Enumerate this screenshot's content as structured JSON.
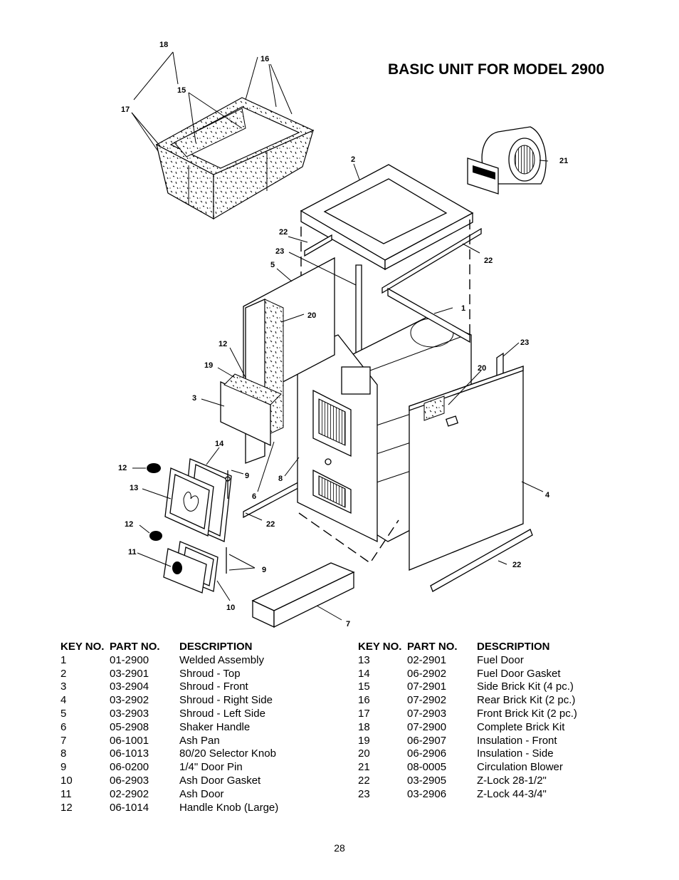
{
  "title": "BASIC UNIT FOR MODEL 2900",
  "headers": {
    "key": "KEY NO.",
    "part": "PART NO.",
    "desc": "DESCRIPTION"
  },
  "callouts": {
    "n1": "1",
    "n2": "2",
    "n3": "3",
    "n4": "4",
    "n5": "5",
    "n6": "6",
    "n7": "7",
    "n8": "8",
    "n9": "9",
    "n10": "10",
    "n11": "11",
    "n12": "12",
    "n13": "13",
    "n14": "14",
    "n15": "15",
    "n16": "16",
    "n17": "17",
    "n18": "18",
    "n19": "19",
    "n20": "20",
    "n21": "21",
    "n22": "22",
    "n23": "23"
  },
  "parts_left": [
    {
      "key": "1",
      "part": "01-2900",
      "desc": "Welded Assembly"
    },
    {
      "key": "2",
      "part": "03-2901",
      "desc": "Shroud - Top"
    },
    {
      "key": "3",
      "part": "03-2904",
      "desc": "Shroud - Front"
    },
    {
      "key": "4",
      "part": "03-2902",
      "desc": "Shroud - Right Side"
    },
    {
      "key": "5",
      "part": "03-2903",
      "desc": "Shroud - Left Side"
    },
    {
      "key": "6",
      "part": "05-2908",
      "desc": "Shaker Handle"
    },
    {
      "key": "7",
      "part": "06-1001",
      "desc": "Ash Pan"
    },
    {
      "key": "8",
      "part": "06-1013",
      "desc": "80/20 Selector Knob"
    },
    {
      "key": "9",
      "part": "06-0200",
      "desc": "1/4\" Door Pin"
    },
    {
      "key": "10",
      "part": "06-2903",
      "desc": "Ash Door Gasket"
    },
    {
      "key": "11",
      "part": "02-2902",
      "desc": "Ash Door"
    },
    {
      "key": "12",
      "part": "06-1014",
      "desc": "Handle Knob (Large)"
    }
  ],
  "parts_right": [
    {
      "key": "13",
      "part": "02-2901",
      "desc": "Fuel Door"
    },
    {
      "key": "14",
      "part": "06-2902",
      "desc": "Fuel Door Gasket"
    },
    {
      "key": "15",
      "part": "07-2901",
      "desc": "Side Brick Kit (4 pc.)"
    },
    {
      "key": "16",
      "part": "07-2902",
      "desc": "Rear Brick Kit (2 pc.)"
    },
    {
      "key": "17",
      "part": "07-2903",
      "desc": "Front Brick Kit (2 pc.)"
    },
    {
      "key": "18",
      "part": "07-2900",
      "desc": "Complete Brick Kit"
    },
    {
      "key": "19",
      "part": "06-2907",
      "desc": "Insulation - Front"
    },
    {
      "key": "20",
      "part": "06-2906",
      "desc": "Insulation - Side"
    },
    {
      "key": "21",
      "part": "08-0005",
      "desc": "Circulation Blower"
    },
    {
      "key": "22",
      "part": "03-2905",
      "desc": "Z-Lock 28-1/2\""
    },
    {
      "key": "23",
      "part": "03-2906",
      "desc": "Z-Lock 44-3/4\""
    }
  ],
  "page_number": "28"
}
